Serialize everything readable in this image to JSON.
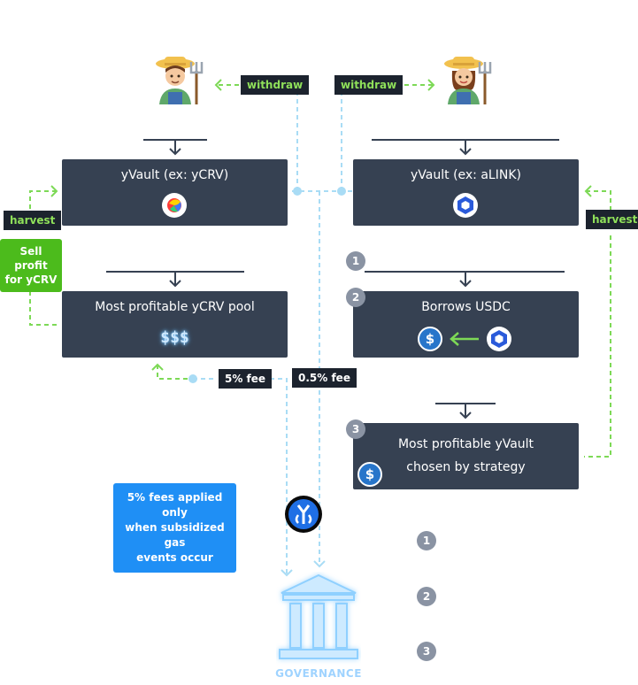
{
  "tags": {
    "withdraw_left": "withdraw",
    "withdraw_right": "withdraw",
    "harvest_left": "harvest",
    "harvest_right": "harvest",
    "fee_5": "5% fee",
    "fee_05": "0.5% fee"
  },
  "green_note": {
    "line1": "Sell profit",
    "line2": "for yCRV"
  },
  "blue_note": {
    "line1": "5% fees applied only",
    "line2": "when subsidized gas",
    "line3": "events occur"
  },
  "boxes": {
    "yvault_left": "yVault (ex: yCRV)",
    "yvault_right": "yVault (ex: aLINK)",
    "pool": "Most profitable yCRV pool",
    "pool_money": "$$$",
    "borrow": "Borrows USDC",
    "profitable_line1": "Most profitable yVault",
    "profitable_line2": "chosen by strategy"
  },
  "steps": [
    "1",
    "2",
    "3"
  ],
  "legend_steps": [
    "1",
    "2",
    "3"
  ],
  "governance_label": "GOVERNANCE",
  "icons": {
    "farmer_left": "farmer-man-icon",
    "farmer_right": "farmer-woman-icon",
    "curve": "curve-logo-icon",
    "chainlink": "chainlink-logo-icon",
    "usdc": "usdc-coin-icon",
    "yearn": "yearn-logo-icon",
    "governance": "governance-building-icon"
  },
  "colors": {
    "box": "#364152",
    "tag_bg": "#1c232e",
    "tag_text": "#8fe05a",
    "green_dash": "#7dd956",
    "blue_dash": "#a9dcf5",
    "usdc": "#2775ca",
    "chainlink": "#2a5ada",
    "note_green": "#4cbb1c",
    "note_blue": "#1f8ff5"
  }
}
